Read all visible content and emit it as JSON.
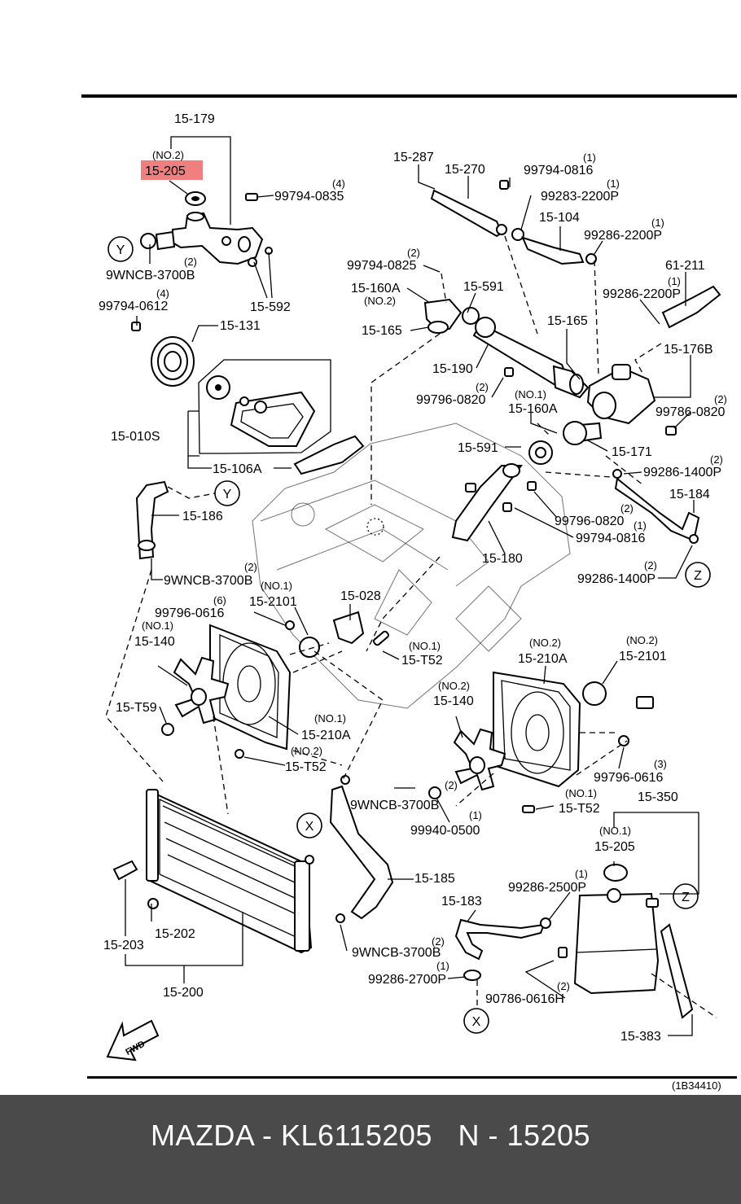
{
  "diagram": {
    "highlight_color": "#f08080",
    "reference_code": "(1B34410)",
    "fwd_label": "FWD",
    "labels": {
      "l_15_179": "15-179",
      "l_no2_top": "(NO.2)",
      "l_15_205_hl": "15-205",
      "l_4a": "(4)",
      "l_99794_0835": "99794-0835",
      "l_2a": "(2)",
      "l_9wncb_1": "9WNCB-3700B",
      "l_15_592": "15-592",
      "l_4b": "(4)",
      "l_99794_0612": "99794-0612",
      "l_15_131": "15-131",
      "l_15_287": "15-287",
      "l_15_270": "15-270",
      "l_1a": "(1)",
      "l_99794_0816a": "99794-0816",
      "l_1b": "(1)",
      "l_99283_2200p": "99283-2200P",
      "l_15_104": "15-104",
      "l_1c": "(1)",
      "l_99286_2200p_a": "99286-2200P",
      "l_61_211": "61-211",
      "l_1d": "(1)",
      "l_99286_2200p_b": "99286-2200P",
      "l_2b": "(2)",
      "l_99794_0825": "99794-0825",
      "l_15_160a_a": "15-160A",
      "l_no2_b": "(NO.2)",
      "l_15_591_a": "15-591",
      "l_15_165_a": "15-165",
      "l_15_165_b": "15-165",
      "l_15_176b": "15-176B",
      "l_15_190": "15-190",
      "l_2c": "(2)",
      "l_99796_0820": "99796-0820",
      "l_no1_a": "(NO.1)",
      "l_15_160a_b": "15-160A",
      "l_2d": "(2)",
      "l_99786_0820": "99786-0820",
      "l_15_010s": "15-010S",
      "l_15_106a": "15-106A",
      "l_15_591_b": "15-591",
      "l_15_171": "15-171",
      "l_2e": "(2)",
      "l_99286_1400p_a": "99286-1400P",
      "l_15_186": "15-186",
      "l_y_label": "Y",
      "l_2f": "(2)",
      "l_99796_0820b": "99796-0820",
      "l_15_184": "15-184",
      "l_1e": "(1)",
      "l_99794_0816b": "99794-0816",
      "l_15_180": "15-180",
      "l_2g": "(2)",
      "l_99286_1400p_b": "99286-1400P",
      "l_z_label": "Z",
      "l_2h": "(2)",
      "l_9wncb_2": "9WNCB-3700B",
      "l_no1_b": "(NO.1)",
      "l_15_2101_a": "15-2101",
      "l_15_028": "15-028",
      "l_6": "(6)",
      "l_99796_0616_a": "99796-0616",
      "l_no1_c": "(NO.1)",
      "l_15_140_a": "15-140",
      "l_no1_d": "(NO.1)",
      "l_15_t52_a": "15-T52",
      "l_no2_c": "(NO.2)",
      "l_15_210a_b": "15-210A",
      "l_no2_d": "(NO.2)",
      "l_15_2101_b": "15-2101",
      "l_15_t59": "15-T59",
      "l_no2_e": "(NO.2)",
      "l_15_140_b": "15-140",
      "l_no1_e": "(NO.1)",
      "l_15_210a_a": "15-210A",
      "l_no2_f": "(NO.2)",
      "l_15_t52_b": "15-T52",
      "l_3": "(3)",
      "l_99796_0616_b": "99796-0616",
      "l_9wncb_3": "9WNCB-3700B",
      "l_2i": "(2)",
      "l_no1_f": "(NO.1)",
      "l_15_t52_c": "15-T52",
      "l_1f": "(1)",
      "l_99940_0500": "99940-0500",
      "l_15_350": "15-350",
      "l_no1_g": "(NO.1)",
      "l_15_205_b": "15-205",
      "l_1g": "(1)",
      "l_99286_2500p": "99286-2500P",
      "l_15_185": "15-185",
      "l_15_183": "15-183",
      "l_15_203": "15-203",
      "l_15_202": "15-202",
      "l_2j": "(2)",
      "l_9wncb_4": "9WNCB-3700B",
      "l_1h": "(1)",
      "l_99286_2700p": "99286-2700P",
      "l_2k": "(2)",
      "l_90786_0616h": "90786-0616H",
      "l_15_200": "15-200",
      "l_15_383": "15-383"
    }
  },
  "footer": {
    "caption": "MAZDA - KL6115205   N - 15205"
  }
}
